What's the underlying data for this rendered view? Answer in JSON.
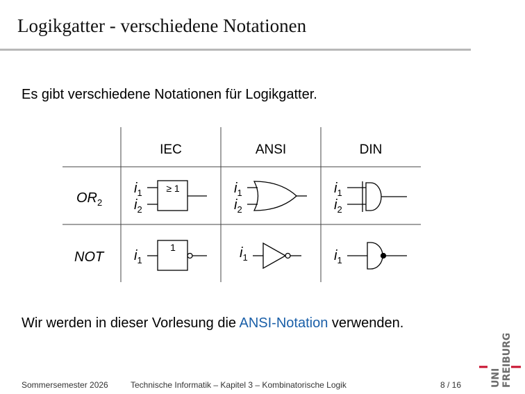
{
  "slide": {
    "title": "Logikgatter - verschiedene Notationen",
    "intro": "Es gibt verschiedene Notationen für Logikgatter.",
    "outro_before": "Wir werden in dieser Vorlesung die ",
    "outro_link": "ANSI-Notation",
    "outro_after": " verwenden."
  },
  "table": {
    "columns": [
      "IEC",
      "ANSI",
      "DIN"
    ],
    "rows": [
      {
        "label": "OR",
        "subscript": "2"
      },
      {
        "label": "NOT",
        "subscript": ""
      }
    ],
    "iec_or_symbol": "≥ 1",
    "iec_not_symbol": "1",
    "input_letter": "i",
    "input_1": "1",
    "input_2": "2"
  },
  "footer": {
    "semester": "Sommersemester 2026",
    "course": "Technische Informatik – Kapitel 3 – Kombinatorische Logik",
    "page": "8 / 16"
  },
  "logo": {
    "line1": "UNI",
    "line2": "FREIBURG",
    "accent_color": "#c8102e",
    "gray_color": "#6d6d6d"
  },
  "colors": {
    "link": "#1a5fa8",
    "rule": "#b8b8b8"
  }
}
